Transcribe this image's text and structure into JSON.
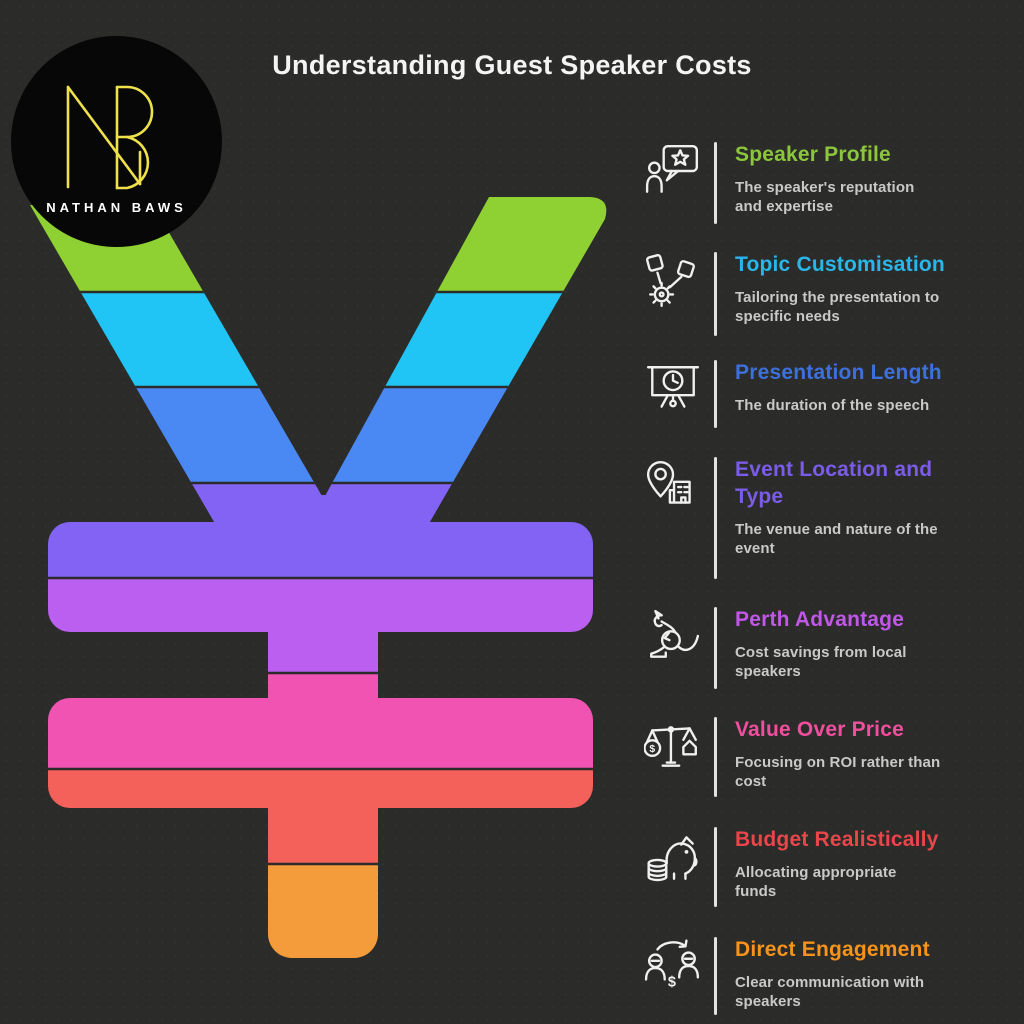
{
  "page": {
    "title": "Understanding Guest Speaker Costs",
    "background_color": "#2b2b29"
  },
  "logo": {
    "monogram": "NB",
    "name": "NATHAN BAWS",
    "circle_color": "#070707",
    "monogram_color": "#efe14b"
  },
  "icons": {
    "dollar": "$"
  },
  "yen_symbol": {
    "bands": [
      {
        "color": "#8fd133"
      },
      {
        "color": "#20c4f5"
      },
      {
        "color": "#4a89f4"
      },
      {
        "color": "#8263f4"
      },
      {
        "color": "#ba5ff0"
      },
      {
        "color": "#f053b1"
      },
      {
        "color": "#f4605a"
      },
      {
        "color": "#f49b3b"
      }
    ]
  },
  "list": {
    "divider_color": "#e3e3e3",
    "items": [
      {
        "icon": "speaker-profile-icon",
        "color": "#8cc63c",
        "title_lines": [
          "Speaker Profile"
        ],
        "desc_lines": [
          "The speaker's reputation",
          "and expertise"
        ]
      },
      {
        "icon": "topic-customisation-icon",
        "color": "#29b7ea",
        "title_lines": [
          "Topic Customisation"
        ],
        "desc_lines": [
          "Tailoring the presentation to",
          "specific needs"
        ]
      },
      {
        "icon": "presentation-length-icon",
        "color": "#3c70dc",
        "title_lines": [
          "Presentation Length"
        ],
        "desc_lines": [
          "The duration of the speech"
        ]
      },
      {
        "icon": "event-location-icon",
        "color": "#7a5ce8",
        "title_lines": [
          "Event Location and",
          "Type"
        ],
        "desc_lines": [
          "The venue and nature of the",
          "event"
        ]
      },
      {
        "icon": "kangaroo-icon",
        "color": "#c057e6",
        "title_lines": [
          "Perth Advantage"
        ],
        "desc_lines": [
          "Cost savings from local",
          "speakers"
        ]
      },
      {
        "icon": "balance-scale-icon",
        "color": "#f04f9e",
        "title_lines": [
          "Value Over Price"
        ],
        "desc_lines": [
          "Focusing on ROI rather than",
          "cost"
        ]
      },
      {
        "icon": "piggy-bank-icon",
        "color": "#e9464b",
        "title_lines": [
          "Budget Realistically"
        ],
        "desc_lines": [
          "Allocating appropriate",
          "funds"
        ]
      },
      {
        "icon": "direct-engagement-icon",
        "color": "#f6931b",
        "title_lines": [
          "Direct Engagement"
        ],
        "desc_lines": [
          "Clear communication with",
          "speakers"
        ]
      }
    ]
  }
}
